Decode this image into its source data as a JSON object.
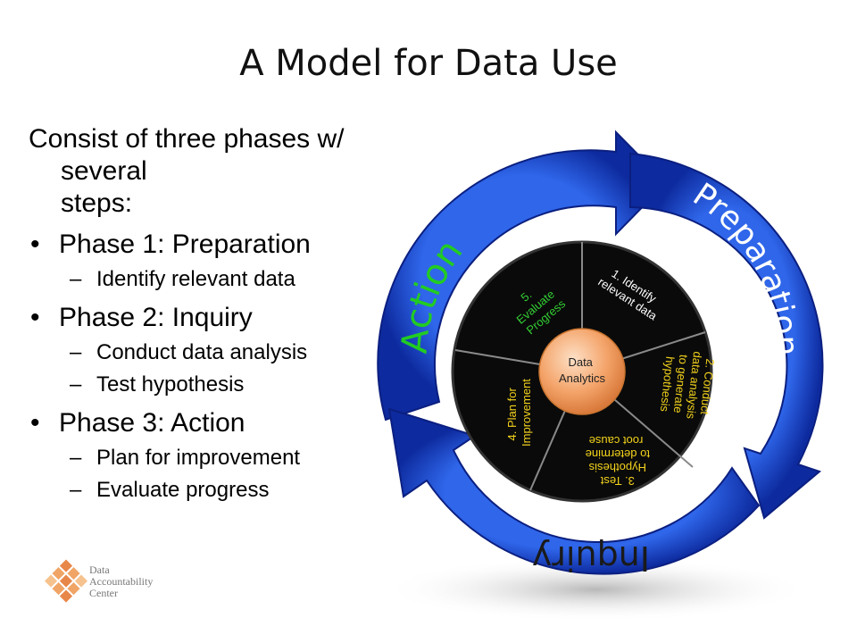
{
  "title": "A Model for Data Use",
  "intro_lines": [
    "Consist of three phases w/ several",
    "steps:"
  ],
  "phases": [
    {
      "label": "Phase 1: Preparation",
      "steps": [
        "Identify relevant data"
      ]
    },
    {
      "label": "Phase 2: Inquiry",
      "steps": [
        "Conduct data analysis",
        "Test hypothesis"
      ]
    },
    {
      "label": "Phase 3: Action",
      "steps": [
        "Plan for improvement",
        "Evaluate progress"
      ]
    }
  ],
  "logo_lines": [
    "Data",
    "Accountability",
    "Center"
  ],
  "cycle": {
    "phase_labels": {
      "action": "Action",
      "preparation": "Preparation",
      "inquiry": "Inquiry"
    },
    "center": [
      "Data",
      "Analytics"
    ],
    "segments": [
      [
        "1. Identify",
        "relevant data"
      ],
      [
        "2. Conduct",
        "data analysis",
        "to generate",
        "hypothesis"
      ],
      [
        "3. Test",
        "Hypothesis",
        "to determine",
        "root cause"
      ],
      [
        "4. Plan for",
        "Improvement"
      ],
      [
        "5.",
        "Evaluate",
        "Progress"
      ]
    ],
    "colors": {
      "arrow": "#1f4fd1",
      "arrow_dark": "#0b1f80",
      "action_text": "#22cc22",
      "segment_text_white": "#ffffff",
      "segment_text_yellow": "#f2d21c",
      "segment_text_green": "#33cc33",
      "center": "#f4a46a"
    }
  }
}
